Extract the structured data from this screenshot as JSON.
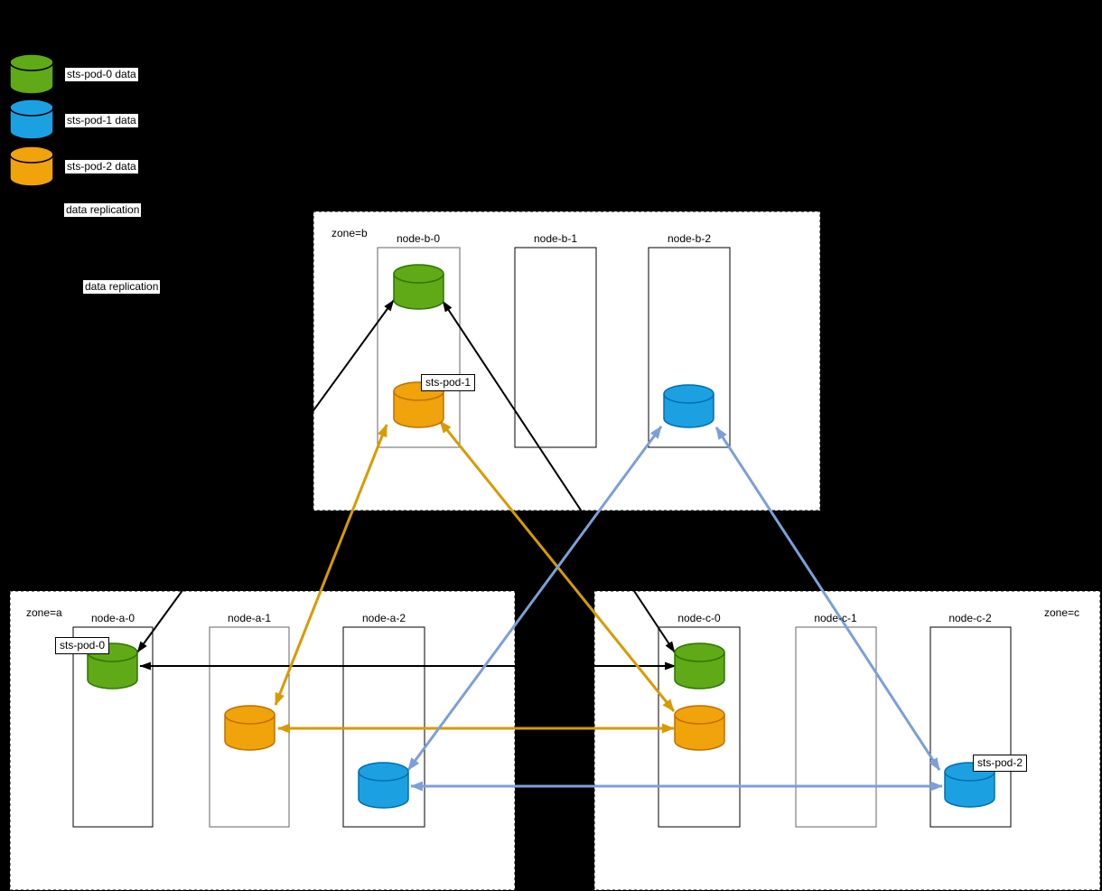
{
  "legend": {
    "items": [
      {
        "label": "sts-pod-0 data",
        "color": "#60A917"
      },
      {
        "label": "sts-pod-1 data",
        "color": "#1BA1E2"
      },
      {
        "label": "sts-pod-2 data",
        "color": "#F0A30A"
      }
    ],
    "replication_label_1": "data replication",
    "replication_label_2": "data replication"
  },
  "zones": [
    {
      "label": "zone=b",
      "nodes": [
        {
          "label": "node-b-0"
        },
        {
          "label": "node-b-1"
        },
        {
          "label": "node-b-2"
        }
      ]
    },
    {
      "label": "zone=a",
      "nodes": [
        {
          "label": "node-a-0"
        },
        {
          "label": "node-a-1"
        },
        {
          "label": "node-a-2"
        }
      ]
    },
    {
      "label": "zone=c",
      "nodes": [
        {
          "label": "node-c-0"
        },
        {
          "label": "node-c-1"
        },
        {
          "label": "node-c-2"
        }
      ]
    }
  ],
  "pod_labels": [
    {
      "label": "sts-pod-0"
    },
    {
      "label": "sts-pod-1"
    },
    {
      "label": "sts-pod-2"
    }
  ],
  "colors": {
    "background": "#000000",
    "zone_fill": "#ffffff",
    "green_fill": "#60A917",
    "green_stroke": "#2D7600",
    "blue_fill": "#1BA1E2",
    "blue_stroke": "#006EAF",
    "orange_fill": "#F0A30A",
    "orange_stroke": "#BD7000",
    "arrow_black": "#000000",
    "arrow_orange": "#D79B00",
    "arrow_blue": "#7D9FD8"
  }
}
